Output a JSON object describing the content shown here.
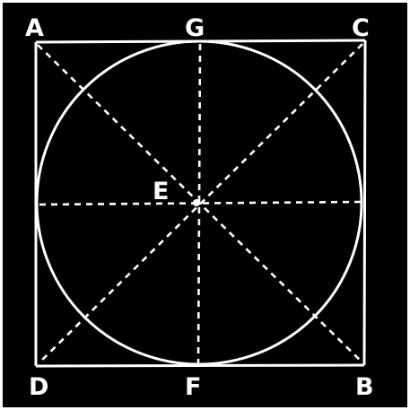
{
  "colors": {
    "background": "#000000",
    "stroke": "#ffffff",
    "outer_margin": "#ffffff"
  },
  "labels": {
    "a": "A",
    "g": "G",
    "c": "C",
    "e": "E",
    "d": "D",
    "f": "F",
    "b": "B"
  }
}
